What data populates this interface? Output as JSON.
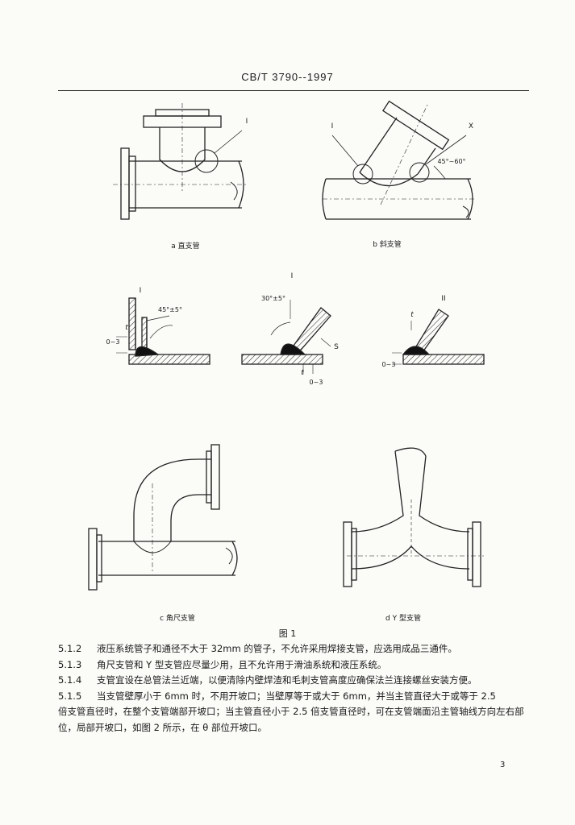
{
  "header": {
    "standard": "CB/T 3790--1997"
  },
  "figures": {
    "a": {
      "caption": "a  直支管",
      "callout": "I"
    },
    "b": {
      "caption": "b  斜支管",
      "callout_left": "I",
      "callout_right": "X",
      "angle": "45°~60°"
    },
    "details": {
      "group_label": "I",
      "d1": {
        "label": "I",
        "angle": "45°±5°",
        "dim_t": "t",
        "dim_gap": "0~3"
      },
      "d2": {
        "angle": "30°±5°",
        "dim_s": "S",
        "dim_t": "t",
        "dim_gap": "0~3"
      },
      "d3": {
        "label": "II",
        "dim_t": "t",
        "dim_gap": "0~3"
      }
    },
    "c": {
      "caption": "c  角尺支管"
    },
    "d": {
      "caption": "d  Y 型支管"
    },
    "title": "图 1"
  },
  "clauses": [
    {
      "num": "5.1.2",
      "text": "液压系统管子和通径不大于 32mm 的管子，不允许采用焊接支管，应选用成品三通件。"
    },
    {
      "num": "5.1.3",
      "text": "角尺支管和 Y 型支管应尽量少用，且不允许用于滑油系统和液压系统。"
    },
    {
      "num": "5.1.4",
      "text": "支管宜设在总管法兰近端，以便清除内壁焊渣和毛刺支管高度应确保法兰连接螺丝安装方便。"
    },
    {
      "num": "5.1.5",
      "text": "当支管壁厚小于 6mm 时，不用开坡口；当壁厚等于或大于 6mm，并当主管直径大于或等于 2.5"
    }
  ],
  "clause_cont": "倍支管直径时，在整个支管端部开坡口；当主管直径小于 2.5 倍支管直径时，可在支管端面沿主管轴线方向左右部位，局部开坡口，如图 2 所示，在 θ 部位开坡口。",
  "page_number": "3"
}
